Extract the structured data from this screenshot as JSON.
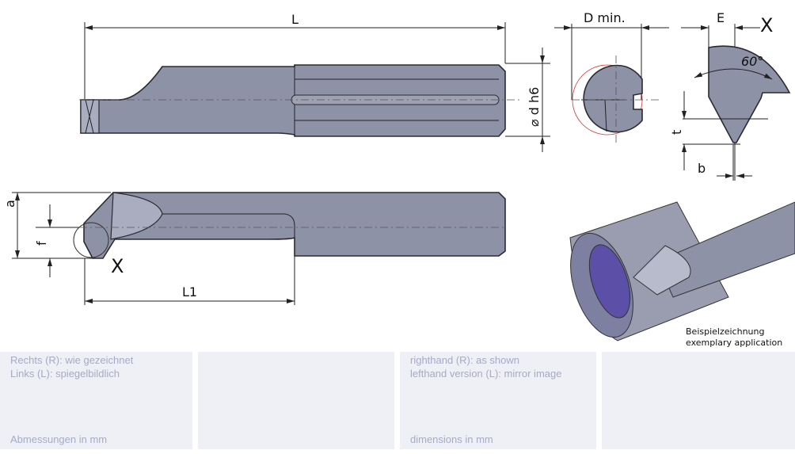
{
  "labels": {
    "L": "L",
    "d_h6": "⌀ d h6",
    "D_min": "D min.",
    "E": "E",
    "X_detail": "X",
    "angle": "60°",
    "t": "t",
    "b": "b",
    "a": "a",
    "f": "f",
    "X_marker": "X",
    "L1": "L1"
  },
  "caption": {
    "de": "Beispielzeichnung",
    "en": "exemplary application"
  },
  "panels": [
    {
      "line1": "Rechts (R): wie gezeichnet",
      "line2": "Links (L): spiegelbildlich",
      "footer": "Abmessungen in mm"
    },
    {
      "line1": "",
      "line2": "",
      "footer": ""
    },
    {
      "line1": "righthand (R): as shown",
      "line2": "lefthand version (L): mirror image",
      "footer": "dimensions in mm"
    },
    {
      "line1": "",
      "line2": "",
      "footer": ""
    }
  ],
  "colors": {
    "tool": "#8e92a6",
    "panel": "#eef0f5",
    "panel_text": "#a6aac6"
  }
}
